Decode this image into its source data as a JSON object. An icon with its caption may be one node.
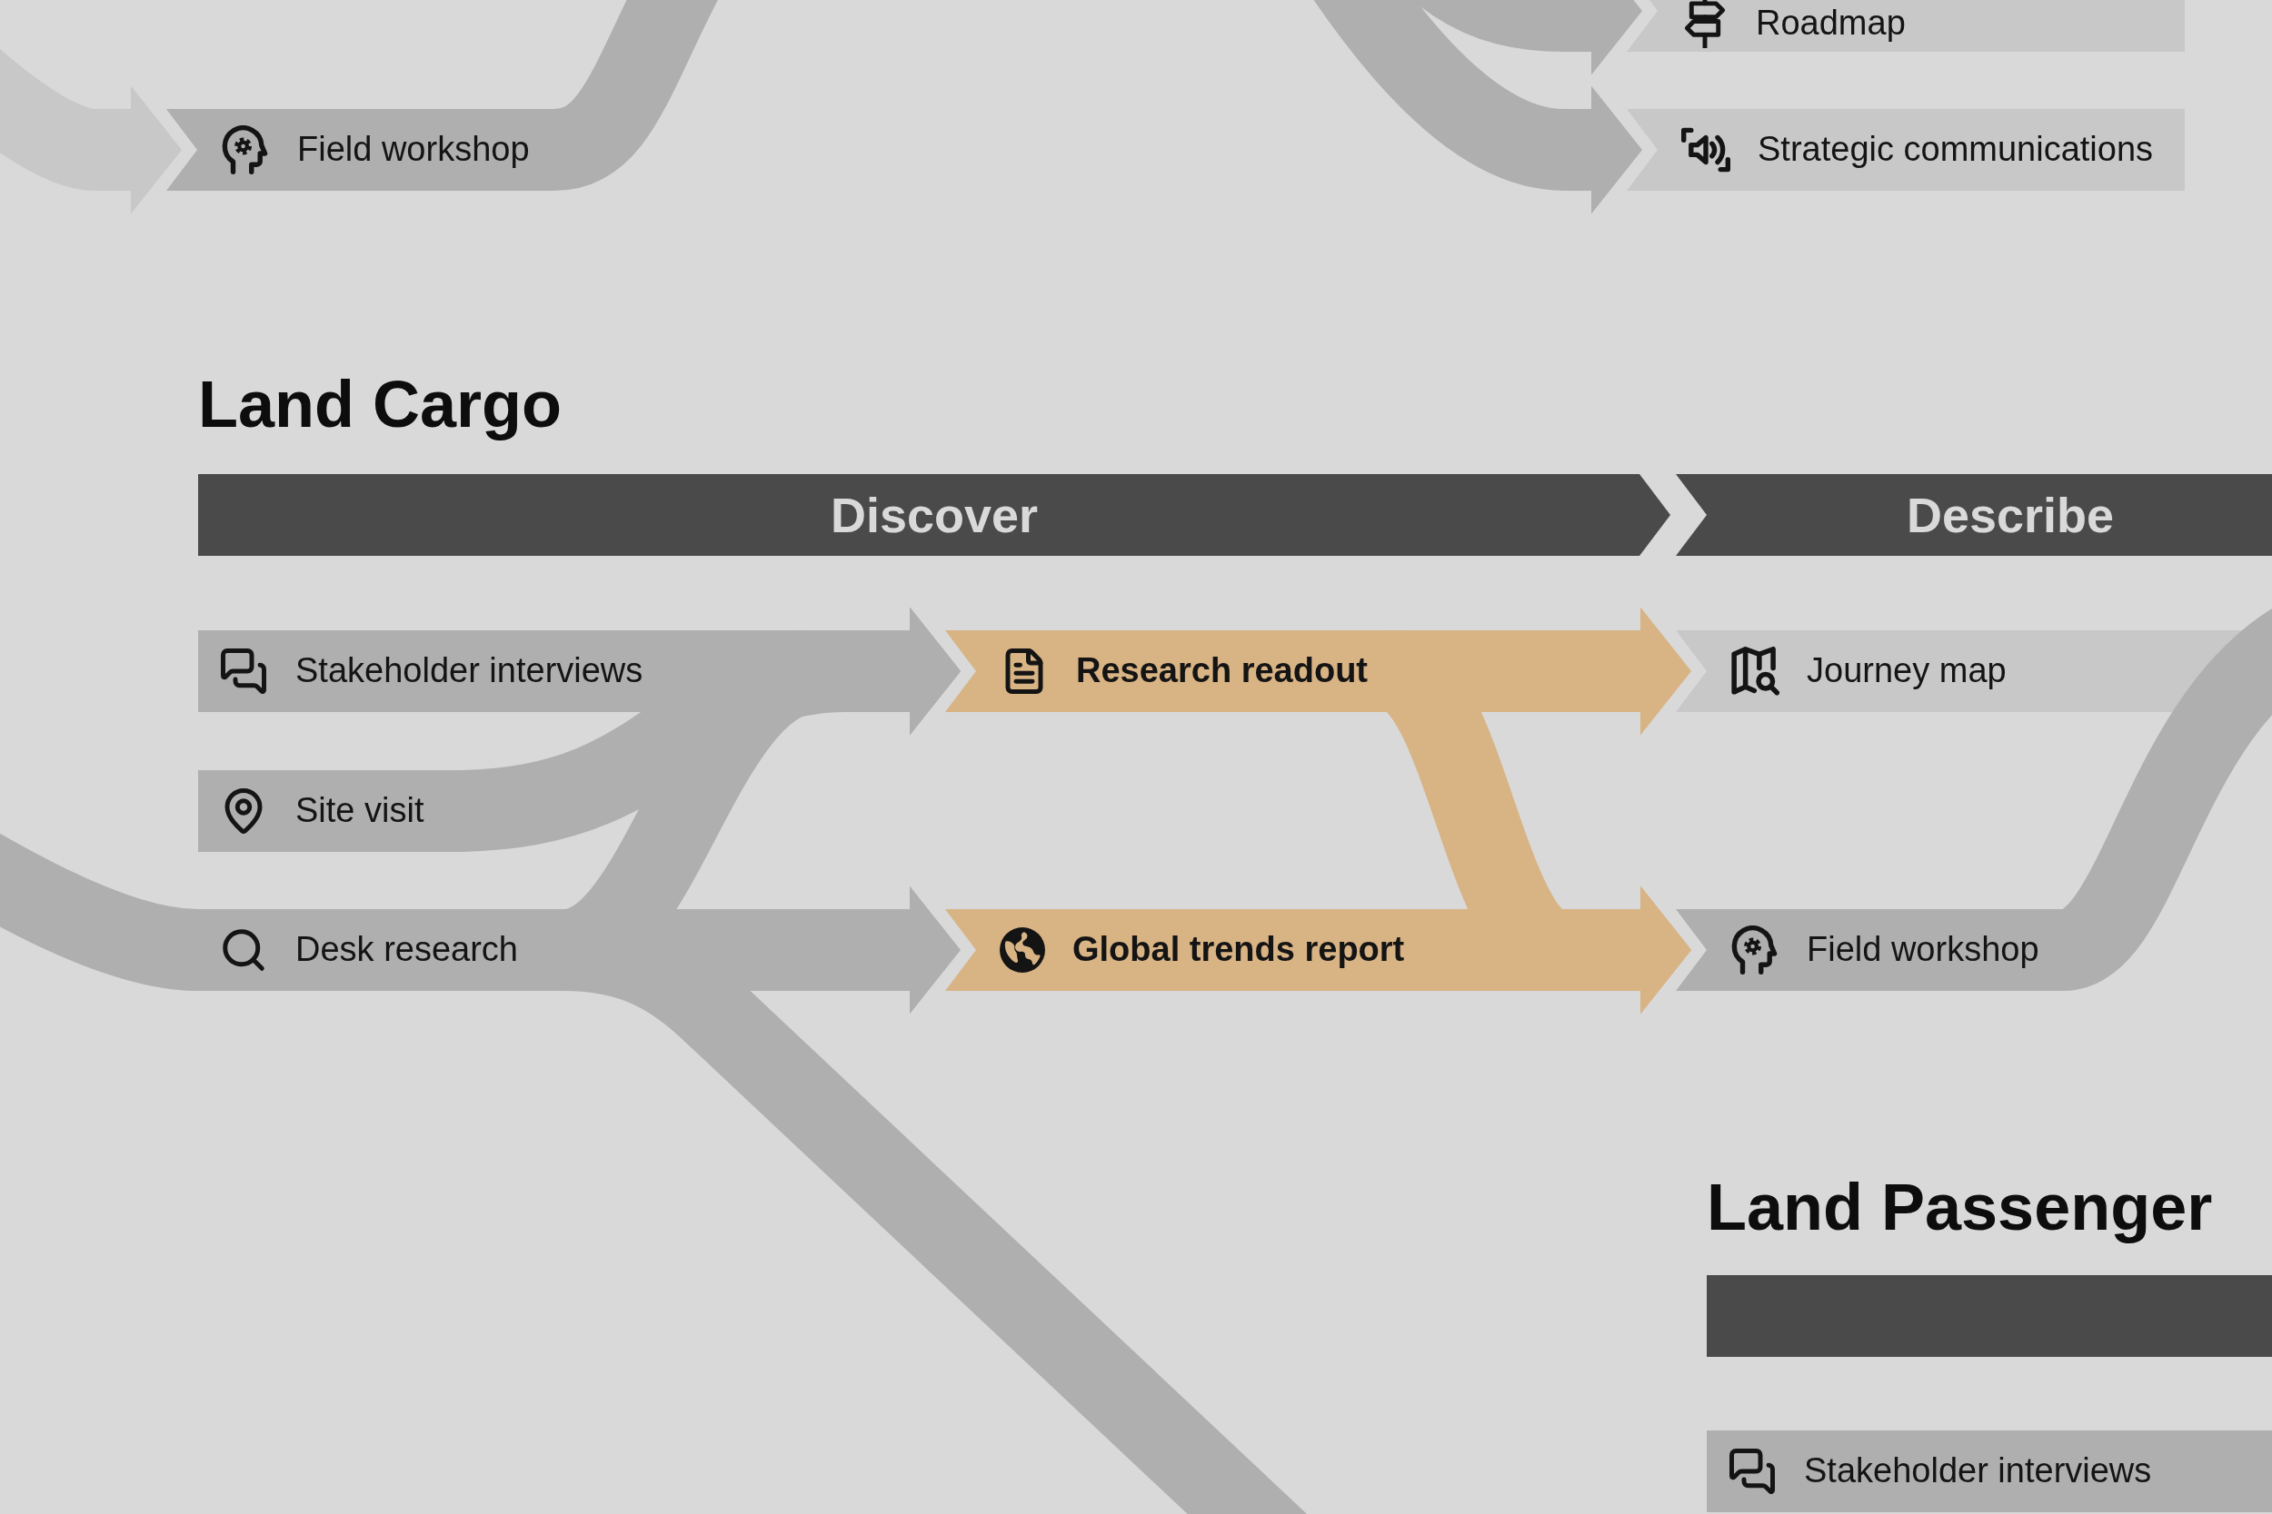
{
  "diagram": {
    "nodes": [
      {
        "text": [
          "Roadmap"
        ]
      },
      {
        "text": [
          "Field workshop"
        ]
      },
      {
        "text": [
          "Strategic communications"
        ]
      },
      {
        "text": [
          "Discover"
        ]
      },
      {
        "text": [
          "Describe"
        ]
      },
      {
        "text": [
          "Stakeholder interviews"
        ]
      },
      {
        "text": [
          "Research readout"
        ]
      },
      {
        "text": [
          "Journey map"
        ]
      },
      {
        "text": [
          "Site visit"
        ]
      },
      {
        "text": [
          "Desk research"
        ]
      },
      {
        "text": [
          "Global trends report"
        ]
      },
      {
        "text": [
          "Field workshop"
        ]
      },
      {
        "text": [],
        "shape": "bar"
      },
      {
        "text": [
          "Stakeholder interviews"
        ]
      }
    ],
    "edges": [
      {
        "from": null,
        "to": 1,
        "arrow": "to",
        "color": "#c8c8c8"
      },
      {
        "from": 1,
        "to": null,
        "arrow": "none"
      },
      {
        "from": null,
        "to": 0,
        "arrow": "to"
      },
      {
        "from": null,
        "to": 2,
        "arrow": "to"
      },
      {
        "from": 5,
        "to": 6,
        "arrow": "to"
      },
      {
        "from": 8,
        "to": 6,
        "arrow": "to"
      },
      {
        "from": 9,
        "to": 6,
        "arrow": "to"
      },
      {
        "from": 9,
        "to": 10,
        "arrow": "to"
      },
      {
        "from": null,
        "to": 9,
        "arrow": "none"
      },
      {
        "from": 9,
        "to": null,
        "arrow": "none"
      },
      {
        "from": 6,
        "to": 7,
        "arrow": "to",
        "color": "#d8b384"
      },
      {
        "from": 6,
        "to": 11,
        "arrow": "to",
        "color": "#d8b384"
      },
      {
        "from": 10,
        "to": 11,
        "arrow": "to",
        "color": "#d8b384"
      },
      {
        "from": 11,
        "to": null,
        "arrow": "none"
      }
    ],
    "labels": [
      "Land Cargo",
      "Land Passenger"
    ]
  }
}
